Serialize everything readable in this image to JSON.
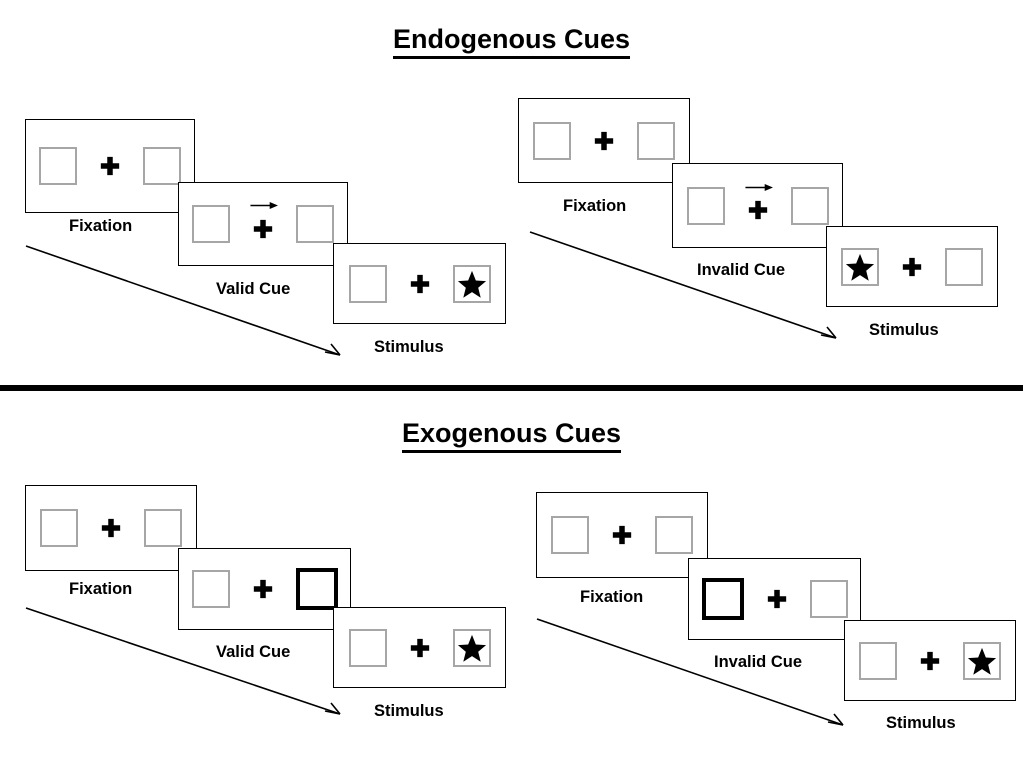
{
  "sections": [
    {
      "id": "endogenous",
      "title": "Endogenous Cues",
      "groups": [
        {
          "id": "endogenous-valid",
          "panels": [
            {
              "caption": "Fixation",
              "left_content": "empty",
              "right_content": "empty",
              "cue": "none",
              "arrow": false
            },
            {
              "caption": "Valid Cue",
              "left_content": "empty",
              "right_content": "empty",
              "cue": "arrow-right",
              "arrow": true
            },
            {
              "caption": "Stimulus",
              "left_content": "empty",
              "right_content": "star",
              "cue": "none",
              "arrow": false
            }
          ]
        },
        {
          "id": "endogenous-invalid",
          "panels": [
            {
              "caption": "Fixation",
              "left_content": "empty",
              "right_content": "empty",
              "cue": "none",
              "arrow": false
            },
            {
              "caption": "Invalid Cue",
              "left_content": "empty",
              "right_content": "empty",
              "cue": "arrow-right",
              "arrow": true
            },
            {
              "caption": "Stimulus",
              "left_content": "star",
              "right_content": "empty",
              "cue": "none",
              "arrow": false
            }
          ]
        }
      ]
    },
    {
      "id": "exogenous",
      "title": "Exogenous Cues",
      "groups": [
        {
          "id": "exogenous-valid",
          "panels": [
            {
              "caption": "Fixation",
              "left_content": "empty",
              "right_content": "empty",
              "cue": "none",
              "arrow": false
            },
            {
              "caption": "Valid Cue",
              "left_content": "empty",
              "right_content": "empty-cued",
              "cue": "none",
              "arrow": false
            },
            {
              "caption": "Stimulus",
              "left_content": "empty",
              "right_content": "star",
              "cue": "none",
              "arrow": false
            }
          ]
        },
        {
          "id": "exogenous-invalid",
          "panels": [
            {
              "caption": "Fixation",
              "left_content": "empty",
              "right_content": "empty",
              "cue": "none",
              "arrow": false
            },
            {
              "caption": "Invalid Cue",
              "left_content": "empty-cued",
              "right_content": "empty",
              "cue": "none",
              "arrow": false
            },
            {
              "caption": "Stimulus",
              "left_content": "empty",
              "right_content": "star",
              "cue": "none",
              "arrow": false
            }
          ]
        }
      ]
    }
  ],
  "colors": {
    "frame": "#000000",
    "square_border": "#a6a6a6",
    "cued_square_border": "#000000",
    "glyph": "#000000",
    "background": "#ffffff"
  }
}
